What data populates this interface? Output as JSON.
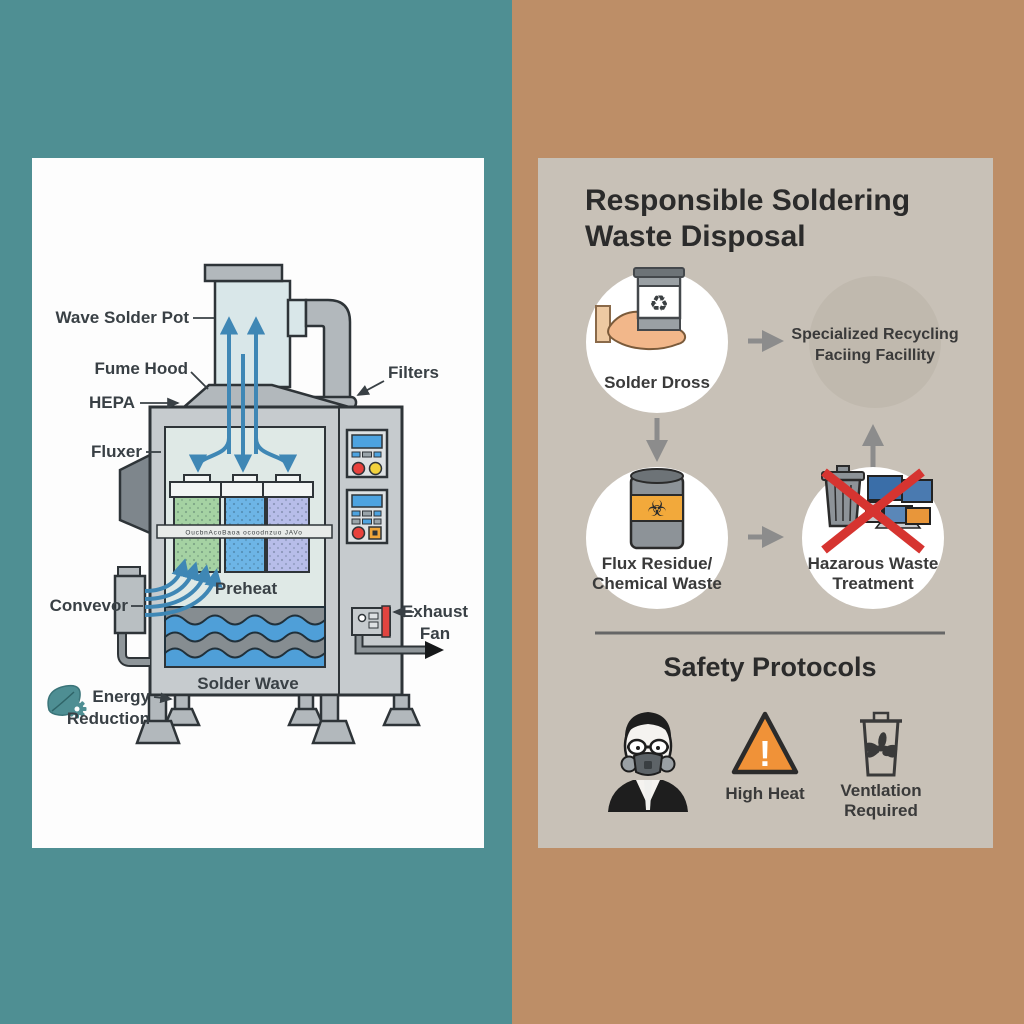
{
  "left_panel": {
    "background_color": "#4f8f93",
    "card_color": "#fdfdfd",
    "labels": {
      "wave_solder_pot": "Wave Solder Pot",
      "fume_hood": "Fume Hood",
      "hepa": "HEPA",
      "fluxer": "Fluxer",
      "filters": "Filters",
      "conveyor": "Convevor",
      "preheat": "Preheat",
      "solder_wave": "Solder Wave",
      "energy_line1": "Energy",
      "energy_line2": "Reduction",
      "exhaust_line1": "Exhaust",
      "exhaust_line2": "Fan",
      "filter_strip_text": "OucbnAcoBaoa ocoodnzuo JAVo"
    },
    "colors": {
      "machine_gray": "#c6cbce",
      "fixture_gray": "#b2b8bc",
      "outline": "#2e3438",
      "flow_blue": "#3f87b5",
      "filter_green": "#a5d2a3",
      "filter_blue": "#6db5e6",
      "filter_purple": "#b7bde9",
      "wave_blue": "#4f9fd8",
      "alert_red": "#e8413c",
      "button_yellow": "#f2d23d",
      "screen_blue": "#4da3e0",
      "eco_teal": "#4e8e93"
    }
  },
  "right_panel": {
    "background_color": "#bd8e67",
    "card_color": "#c8c1b7",
    "title_line1": "Responsible Soldering",
    "title_line2": "Waste Disposal",
    "flow": {
      "solder_dross_label": "Solder Dross",
      "recycling_line1": "Specialized Recycling",
      "recycling_line2": "Faciing Facillity",
      "flux_line1": "Flux Residue/",
      "flux_line2": "Chemical Waste",
      "hazardous_line1": "Hazarous Waste",
      "hazardous_line2": "Treatment"
    },
    "safety": {
      "heading": "Safety Protocols",
      "high_heat_label": "High Heat",
      "ventilation_line1": "Ventlation",
      "ventilation_line2": "Required"
    },
    "glyphs": {
      "recycle": "♻",
      "biohazard": "☣",
      "exclamation": "!"
    },
    "colors": {
      "arrow_gray": "#8c8c8c",
      "warning_orange": "#f09238",
      "barrel_orange": "#f2a93b",
      "cross_red": "#d63430"
    }
  }
}
